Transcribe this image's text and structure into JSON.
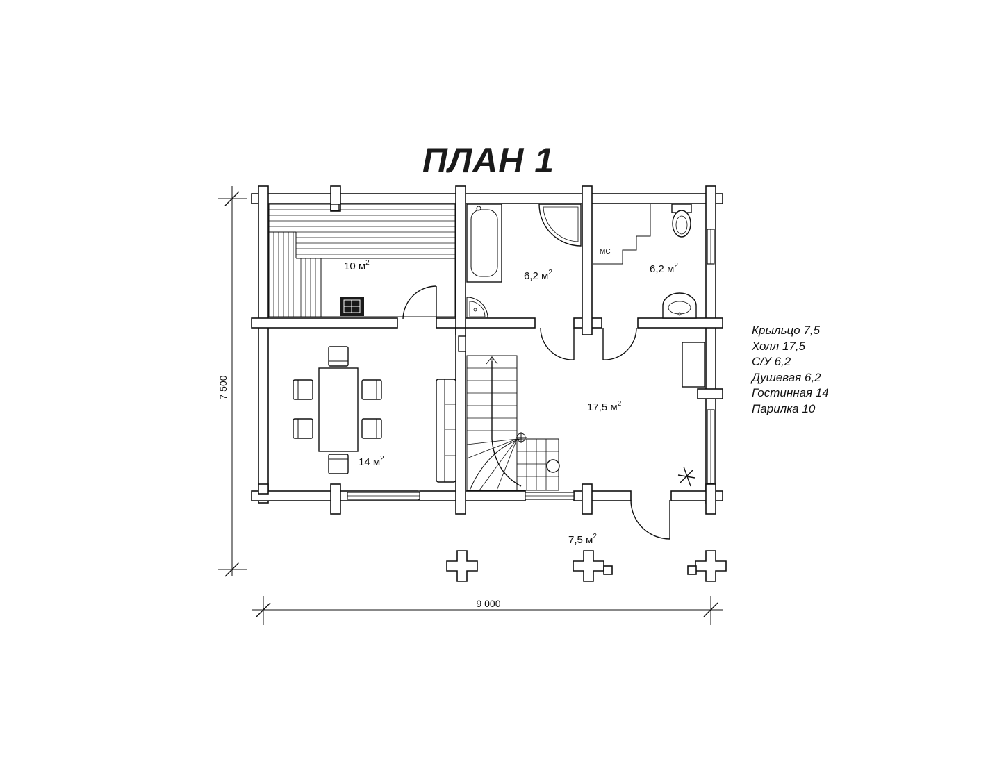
{
  "title": "ПЛАН 1",
  "rooms": {
    "sauna": {
      "value": "10 м",
      "sup": "2"
    },
    "shower": {
      "value": "6,2 м",
      "sup": "2"
    },
    "bathroom": {
      "value": "6,2 м",
      "sup": "2"
    },
    "living": {
      "value": "14 м",
      "sup": "2"
    },
    "hall": {
      "value": "17,5 м",
      "sup": "2"
    },
    "porch": {
      "value": "7,5 м",
      "sup": "2"
    }
  },
  "mc_label": "МС",
  "dimensions": {
    "height": "7 500",
    "width": "9 000"
  },
  "legend": [
    "Крыльцо 7,5",
    "Холл 17,5",
    "С/У 6,2",
    "Душевая 6,2",
    "Гостинная 14",
    "Парилка 10"
  ]
}
